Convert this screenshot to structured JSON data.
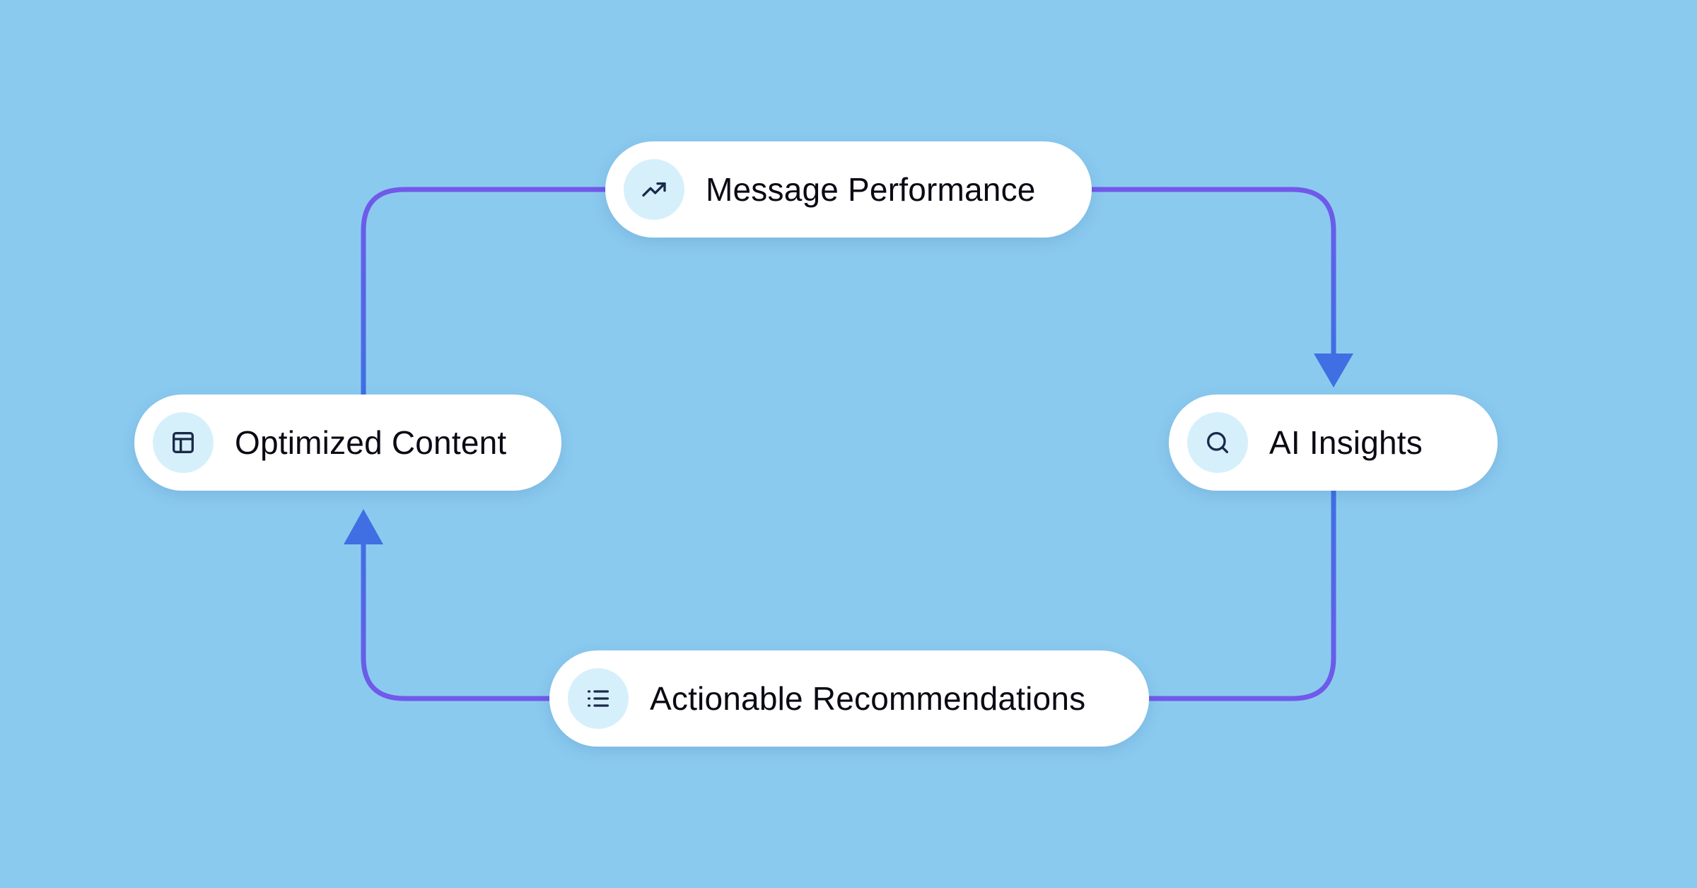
{
  "diagram": {
    "nodes": {
      "message_performance": {
        "label": "Message Performance",
        "icon": "trending-up-icon"
      },
      "ai_insights": {
        "label": "AI Insights",
        "icon": "search-icon"
      },
      "actionable_recommendations": {
        "label": "Actionable Recommendations",
        "icon": "list-icon"
      },
      "optimized_content": {
        "label": "Optimized Content",
        "icon": "layout-icon"
      }
    },
    "flow": [
      "message_performance",
      "ai_insights",
      "actionable_recommendations",
      "optimized_content",
      "message_performance"
    ]
  },
  "colors": {
    "background": "#8bcaef",
    "card": "#ffffff",
    "icon_circle": "#d6f0fb",
    "icon_stroke": "#1a2a4a",
    "connector_purple": "#7259ea",
    "connector_blue": "#3f6fe3",
    "text": "#0a0a14"
  }
}
